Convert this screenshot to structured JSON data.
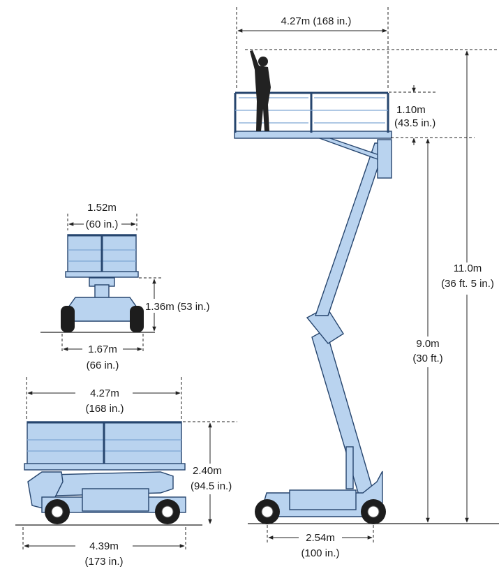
{
  "labels": {
    "side_platform_width_m": "4.27m (168 in.)",
    "rail_height_m": "1.10m",
    "rail_height_in": "(43.5 in.)",
    "max_height_m": "11.0m",
    "max_height_in": "(36 ft. 5 in.)",
    "platform_height_m": "9.0m",
    "platform_height_in": "(30 ft.)",
    "wheelbase_m": "2.54m",
    "wheelbase_in": "(100 in.)",
    "front_platform_width_m": "1.52m",
    "front_platform_width_in": "(60 in.)",
    "front_stowed_height": "1.36m  (53 in.)",
    "front_overall_width_m": "1.67m",
    "front_overall_width_in": "(66 in.)",
    "stowed_platform_length_m": "4.27m",
    "stowed_platform_length_in": "(168 in.)",
    "stowed_height_m": "2.40m",
    "stowed_height_in": "(94.5 in.)",
    "stowed_overall_length_m": "4.39m",
    "stowed_overall_length_in": "(173 in.)"
  },
  "colors": {
    "machine_fill": "#b9d3ef",
    "machine_outline": "#26456e",
    "tire": "#1d1d1d",
    "line": "#222222"
  }
}
